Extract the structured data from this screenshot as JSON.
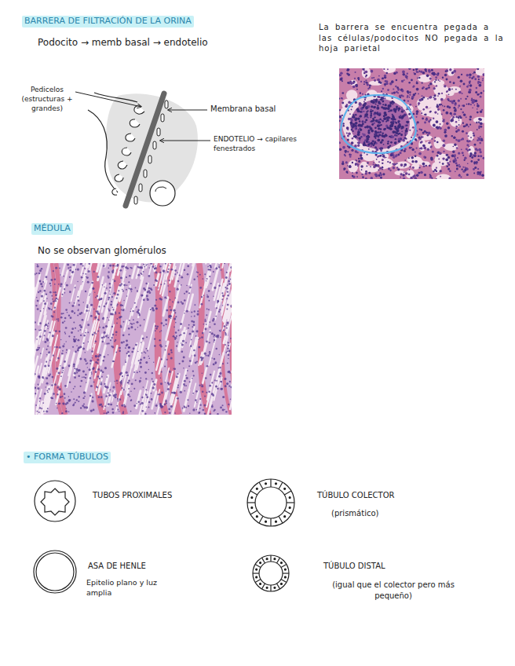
{
  "diagram": {
    "title": "BARRERA DE FILTRACIÓN DE LA ORINA",
    "labels": [
      "Podocito → memb basal → endotelio",
      "La barrera se encuentra pegada a las células/podocitos NO pegada a la hoja parietal",
      "Pedicelos (estructuras + grandes)",
      "Membrana basal",
      "ENDOTELIO → capilares fenestrados",
      "MÉDULA",
      "No se observan glomérulos",
      "• FORMA TÚBULOS",
      "TUBOS PROXIMALES",
      "TÚBULO COLECTOR",
      "(prismático)",
      "ASA DE HENLE",
      "Epitelio plano y luz amplia",
      "TÚBULO DISTAL",
      "(igual que el colector pero más pequeño)"
    ]
  }
}
